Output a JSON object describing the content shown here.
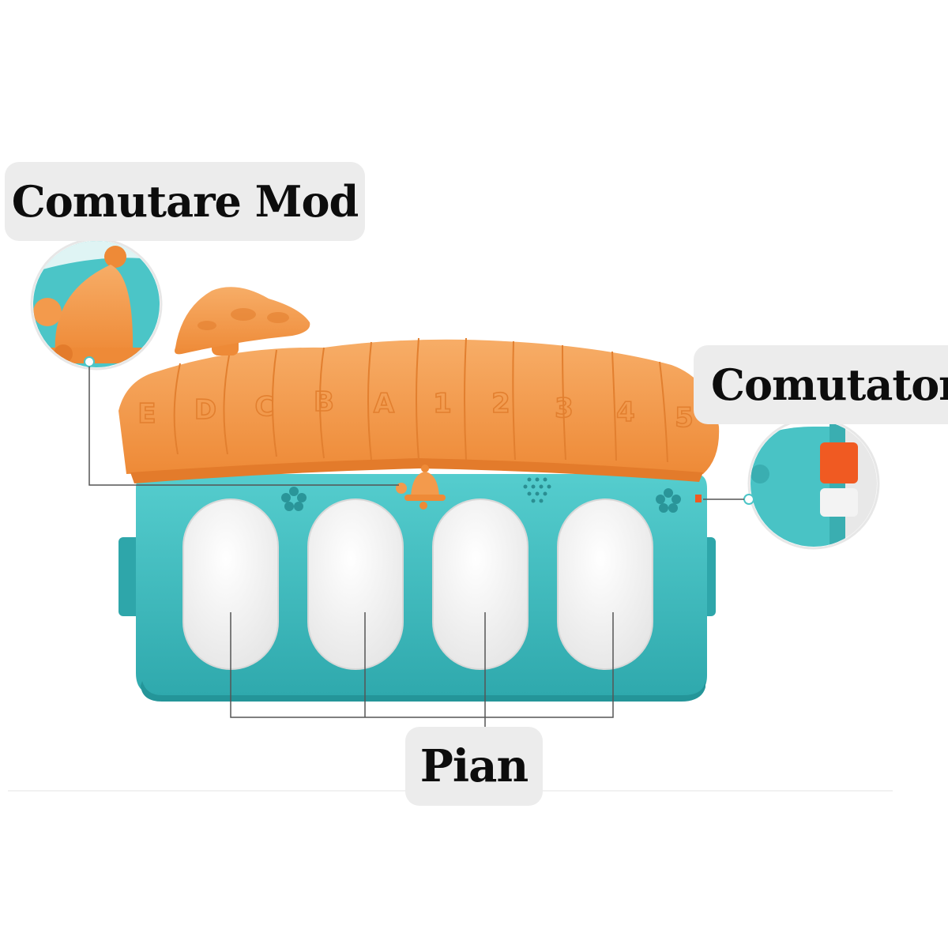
{
  "labels": {
    "mode_switch": "Comutare Mod",
    "switch": "Comutator",
    "piano": "Pian"
  },
  "roof_letters": [
    "E",
    "D",
    "C",
    "B",
    "A",
    "1",
    "2",
    "3",
    "4",
    "5"
  ],
  "colors": {
    "roof_orange": "#f39a4c",
    "body_teal": "#3ebdbf",
    "key_white": "#f5f5f5",
    "callout_line": "#444444",
    "label_bg": "#ececec"
  },
  "icons": [
    "bell-icon",
    "speaker-icon",
    "flower-icon",
    "mushroom-icon"
  ]
}
